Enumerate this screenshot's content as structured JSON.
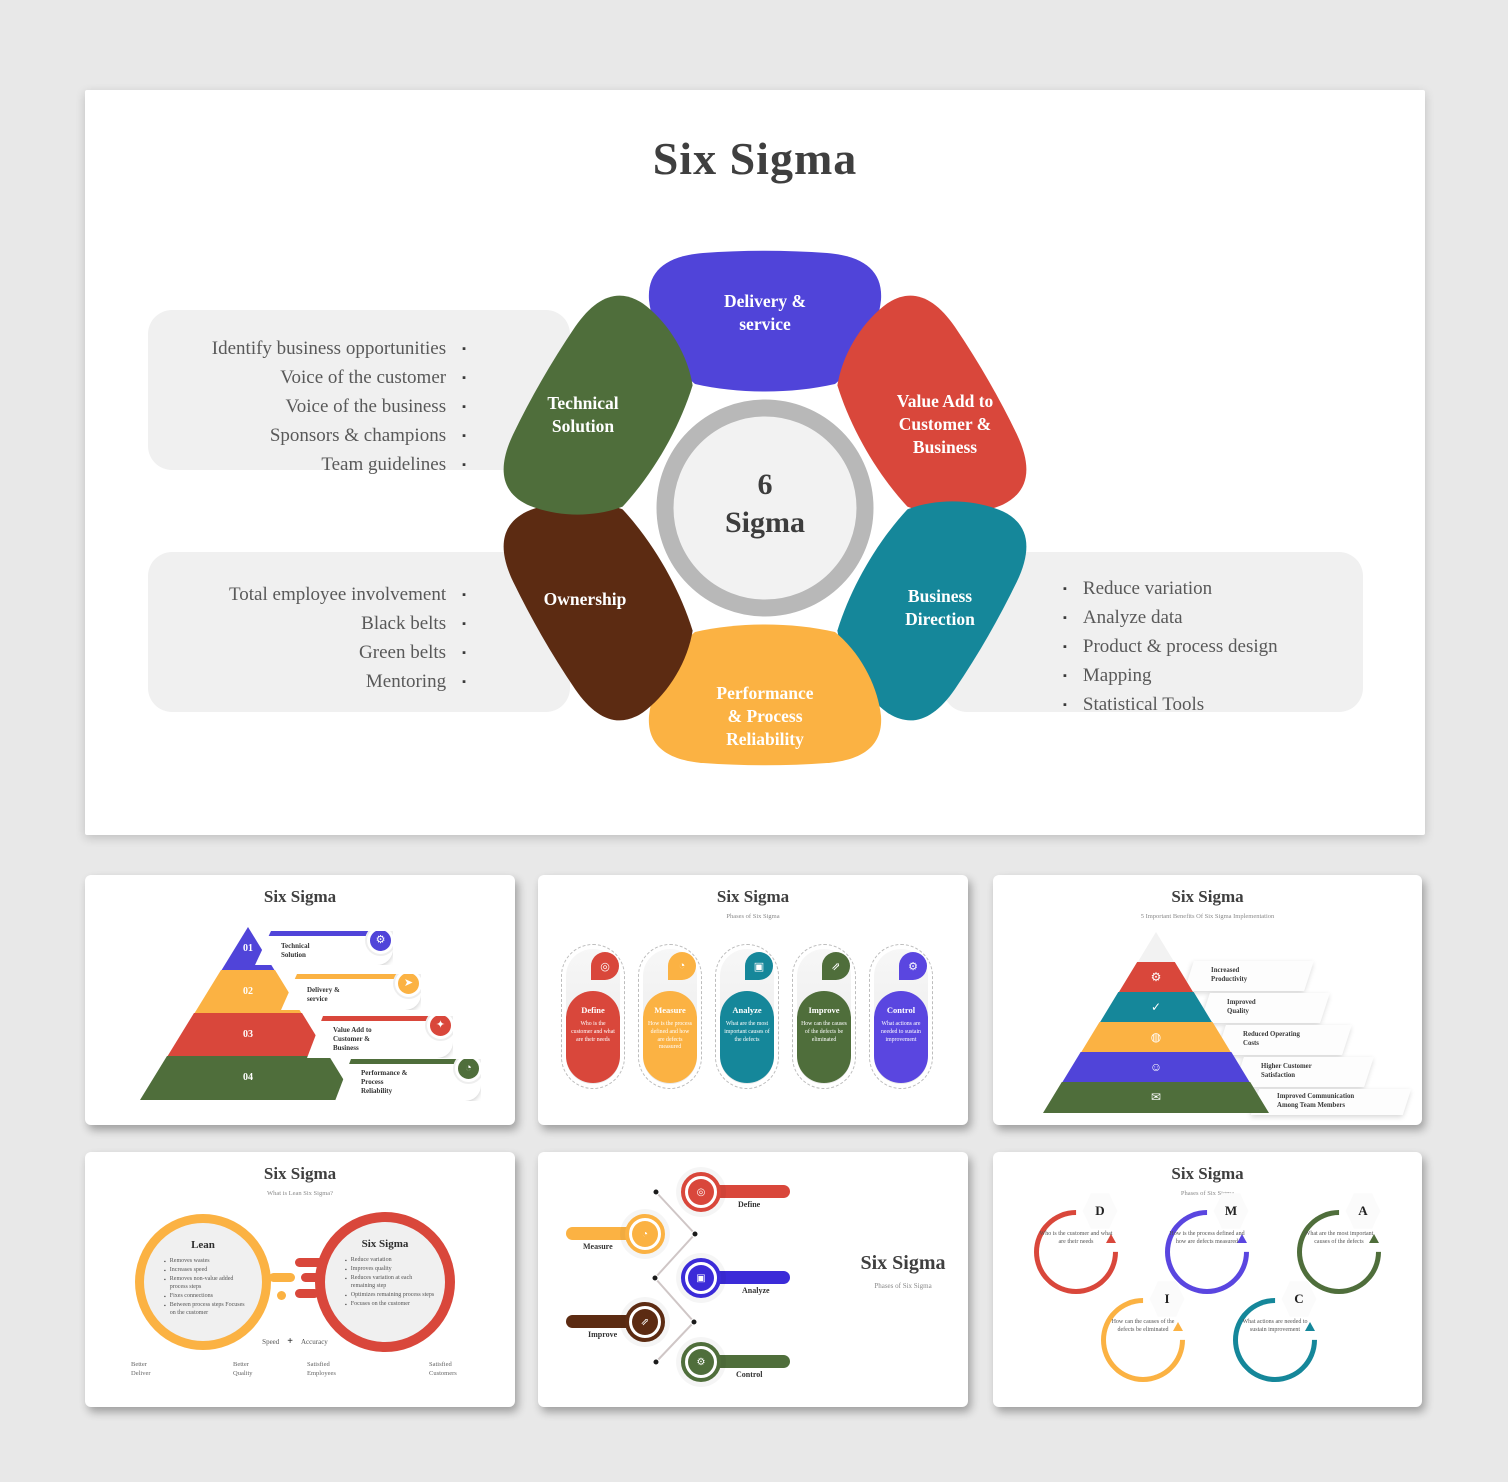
{
  "colors": {
    "indigo": "#5044D9",
    "red": "#D9473B",
    "teal": "#15879A",
    "yellow": "#FBB243",
    "brown": "#5C2B12",
    "green": "#4F6E3B",
    "violet": "#5A46E0",
    "deep_blue": "#3B2BD8",
    "center_ring": "#B8B8B8",
    "panel_gray": "#F0F0F0",
    "page_bg": "#E8E8E8",
    "title_ink": "#3F3F3F"
  },
  "main": {
    "title": "Six Sigma",
    "bullet": "▪",
    "center": {
      "value": "6",
      "label": "Sigma"
    },
    "petals": [
      {
        "label": "Delivery &\nservice",
        "color": "#5044D9"
      },
      {
        "label": "Value Add to\nCustomer &\nBusiness",
        "color": "#D9473B"
      },
      {
        "label": "Business\nDirection",
        "color": "#15879A"
      },
      {
        "label": "Performance\n& Process\nReliability",
        "color": "#FBB243"
      },
      {
        "label": "Ownership",
        "color": "#5C2B12"
      },
      {
        "label": "Technical\nSolution",
        "color": "#4F6E3B"
      }
    ],
    "boxes": {
      "left_top": [
        "Identify business opportunities",
        "Voice of the customer",
        "Voice of the business",
        "Sponsors & champions",
        "Team guidelines"
      ],
      "left_bottom": [
        "Total employee involvement",
        "Black belts",
        "Green belts",
        "Mentoring"
      ],
      "right": [
        "Reduce variation",
        "Analyze data",
        "Product & process design",
        "Mapping",
        "Statistical Tools"
      ]
    }
  },
  "thumb1": {
    "title": "Six Sigma",
    "levels": [
      {
        "num": "01",
        "label": "Technical\nSolution",
        "glyph": "⚙"
      },
      {
        "num": "02",
        "label": "Delivery &\nservice",
        "glyph": "➤"
      },
      {
        "num": "03",
        "label": "Value Add to\nCustomer &\nBusiness",
        "glyph": "✦"
      },
      {
        "num": "04",
        "label": "Performance &\nProcess\nReliability",
        "glyph": "◔"
      }
    ]
  },
  "thumb2": {
    "title": "Six Sigma",
    "subtitle": "Phases of Six Sigma",
    "phases": [
      {
        "name": "Define",
        "desc": "Who is the customer and what are their needs",
        "glyph": "◎"
      },
      {
        "name": "Measure",
        "desc": "How is the process defined and how are defects measured",
        "glyph": "◔"
      },
      {
        "name": "Analyze",
        "desc": "What are the most important causes of the defects",
        "glyph": "▣"
      },
      {
        "name": "Improve",
        "desc": "How can the causes of the defects be eliminated",
        "glyph": "⇗"
      },
      {
        "name": "Control",
        "desc": "What actions are needed to sustain improvement",
        "glyph": "⚙"
      }
    ]
  },
  "thumb3": {
    "title": "Six Sigma",
    "subtitle": "5 Important Benefits Of Six Sigma Implementation",
    "benefits": [
      {
        "label": "Increased\nProductivity",
        "glyph": "⚙"
      },
      {
        "label": "Improved\nQuality",
        "glyph": "✓"
      },
      {
        "label": "Reduced Operating\nCosts",
        "glyph": "◍"
      },
      {
        "label": "Higher Customer\nSatisfaction",
        "glyph": "☺"
      },
      {
        "label": "Improved Communication\nAmong Team Members",
        "glyph": "✉"
      }
    ]
  },
  "thumb4": {
    "title": "Six Sigma",
    "subtitle": "What is Lean Six Sigma?",
    "bullet": "▪",
    "lean": {
      "title": "Lean",
      "items": [
        "Removes wastes",
        "Increases speed",
        "Removes non-value added process steps",
        "Fixes connections",
        "Between process steps Focuses on the customer"
      ]
    },
    "sigma": {
      "title": "Six Sigma",
      "items": [
        "Reduce variation",
        "Improves quality",
        "Reduces variation at each remaining step",
        "Optimizes remaining process steps",
        "Focuses on the customer"
      ]
    },
    "middle": {
      "left": "Speed",
      "plus": "+",
      "right": "Accuracy"
    },
    "footer": [
      "Better\nDeliver",
      "Better\nQuality",
      "Satisfied\nEmployees",
      "Satisfied\nCustomers"
    ]
  },
  "thumb5": {
    "title": "Six Sigma",
    "subtitle": "Phases of Six Sigma",
    "steps": [
      {
        "name": "Define",
        "glyph": "◎"
      },
      {
        "name": "Measure",
        "glyph": "◔"
      },
      {
        "name": "Analyze",
        "glyph": "▣"
      },
      {
        "name": "Improve",
        "glyph": "⇗"
      },
      {
        "name": "Control",
        "glyph": "⚙"
      }
    ]
  },
  "thumb6": {
    "title": "Six Sigma",
    "subtitle": "Phases of Six Sigma",
    "items": [
      {
        "letter": "D",
        "desc": "Who is the customer and what are their needs"
      },
      {
        "letter": "M",
        "desc": "How is the process defined and how are defects measured"
      },
      {
        "letter": "A",
        "desc": "What are the most important causes of the defects"
      },
      {
        "letter": "I",
        "desc": "How can the causes of the defects be eliminated"
      },
      {
        "letter": "C",
        "desc": "What actions are needed to sustain improvement"
      }
    ]
  }
}
